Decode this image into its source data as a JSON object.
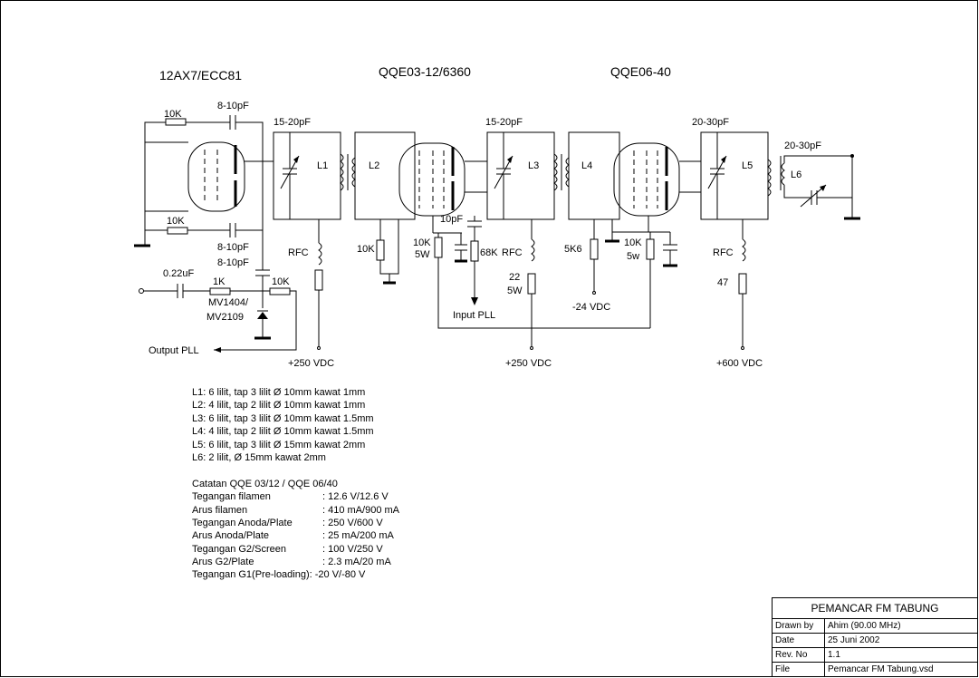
{
  "tubes": {
    "tube1": "12AX7/ECC81",
    "tube2": "QQE03-12/6360",
    "tube3": "QQE06-40"
  },
  "components": {
    "r_10k_top": "10K",
    "r_10k_bottom": "10K",
    "c_8_10pf_top": "8-10pF",
    "c_8_10pf_bottom1": "8-10pF",
    "c_8_10pf_bottom2": "8-10pF",
    "c_15_20pf_a": "15-20pF",
    "c_15_20pf_b": "15-20pF",
    "c_20_30pf_a": "20-30pF",
    "c_20_30pf_b": "20-30pF",
    "l1": "L1",
    "l2": "L2",
    "l3": "L3",
    "l4": "L4",
    "l5": "L5",
    "l6": "L6",
    "rfc1": "RFC",
    "rfc2": "RFC",
    "rfc3": "RFC",
    "r_10k_a": "10K",
    "r_10k_5w_a": "10K",
    "r_5w_a": "5W",
    "c_10pf": "10pF",
    "r_68k": "68K",
    "r_22": "22",
    "r_22_5w": "5W",
    "r_5k6": "5K6",
    "r_10k_5w_b": "10K",
    "r_5w_b": "5w",
    "r_47": "47",
    "c_022uf": "0.22uF",
    "r_1k": "1K",
    "r_10k_c": "10K",
    "varicap": "MV1404/\nMV2109",
    "varicap1": "MV1404/",
    "varicap2": "MV2109",
    "output_pll": "Output PLL",
    "input_pll": "Input PLL",
    "v250a": "+250 VDC",
    "v250b": "+250 VDC",
    "v600": "+600 VDC",
    "vneg24": "-24 VDC"
  },
  "coil_notes": [
    "L1: 6 lilit, tap 3 lilit Ø 10mm kawat 1mm",
    "L2: 4 lilit, tap 2 lilit Ø 10mm kawat 1mm",
    "L3: 6 lilit, tap 3 lilit Ø 10mm kawat 1.5mm",
    "L4: 4 lilit, tap 2 lilit Ø 10mm kawat 1.5mm",
    "L5: 6 lilit, tap 3 lilit Ø 15mm kawat 2mm",
    "L6: 2 lilit, Ø 15mm kawat 2mm"
  ],
  "spec_title": "Catatan QQE 03/12 / QQE 06/40",
  "specs": [
    {
      "k": "Tegangan filamen",
      "v": ": 12.6 V/12.6 V"
    },
    {
      "k": "Arus filamen",
      "v": ": 410 mA/900 mA"
    },
    {
      "k": "Tegangan Anoda/Plate",
      "v": ": 250 V/600 V"
    },
    {
      "k": "Arus Anoda/Plate",
      "v": ": 25 mA/200 mA"
    },
    {
      "k": "Tegangan G2/Screen",
      "v": ": 100 V/250 V"
    },
    {
      "k": "Arus G2/Plate",
      "v": ": 2.3 mA/20 mA"
    }
  ],
  "spec_last": "Tegangan G1(Pre-loading): -20 V/-80 V",
  "title_block": {
    "title": "PEMANCAR FM TABUNG",
    "drawn_by_k": "Drawn by",
    "drawn_by_v": "Ahim (90.00 MHz)",
    "date_k": "Date",
    "date_v": "25 Juni 2002",
    "rev_k": "Rev. No",
    "rev_v": "1.1",
    "file_k": "File",
    "file_v": "Pemancar FM Tabung.vsd"
  }
}
